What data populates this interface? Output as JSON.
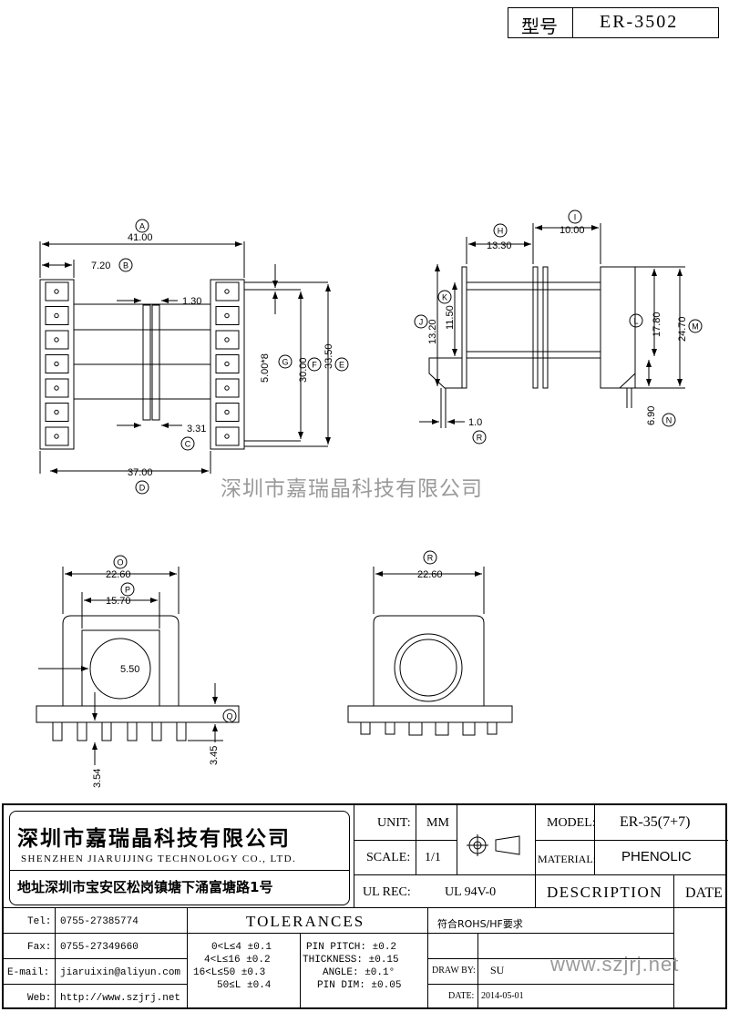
{
  "title_block": {
    "model_label": "型号",
    "model_value": "ER-3502"
  },
  "dimensions": {
    "A": "41.00",
    "B": "7.20",
    "C_val": "3.31",
    "D": "37.00",
    "pin_gap": "1.30",
    "pitch": "5.00*8",
    "F": "30.00",
    "E": "33.50",
    "H": "13.30",
    "I": "10.00",
    "J": "13.20",
    "K": "11.50",
    "L": "17.80",
    "M": "24.70",
    "N": "6.90",
    "R_pin": "1.0",
    "O": "22.60",
    "P": "15.70",
    "bore": "5.50",
    "Q": "3.45",
    "pin_len": "3.54",
    "R_w": "22.60"
  },
  "letters": {
    "A": "A",
    "B": "B",
    "C": "C",
    "D": "D",
    "E": "E",
    "F": "F",
    "G": "G",
    "H": "H",
    "I": "I",
    "J": "J",
    "K": "K",
    "L": "L",
    "M": "M",
    "N": "N",
    "O": "O",
    "P": "P",
    "Q": "Q",
    "R": "R"
  },
  "watermark": "深圳市嘉瑞晶科技有限公司",
  "company": {
    "name_cn": "深圳市嘉瑞晶科技有限公司",
    "name_en": "SHENZHEN JIARUIJING TECHNOLOGY CO., LTD.",
    "address": "地址深圳市宝安区松岗镇塘下涌富塘路1号",
    "tel_label": "Tel:",
    "tel": "0755-27385774",
    "fax_label": "Fax:",
    "fax": "0755-27349660",
    "email_label": "E-mail:",
    "email": "jiaruixin@aliyun.com",
    "web_label": "Web:",
    "web": "http://www.szjrj.net"
  },
  "spec": {
    "unit_label": "UNIT:",
    "unit": "MM",
    "scale_label": "SCALE:",
    "scale": "1/1",
    "ulrec_label": "UL REC:",
    "ulrec": "UL 94V-0",
    "model_label": "MODEL:",
    "model": "ER-35(7+7)",
    "material_label": "MATERIAL:",
    "material": "PHENOLIC",
    "description": "DESCRIPTION",
    "date_header": "DATE",
    "tolerances": "TOLERANCES",
    "rohs": "符合ROHS/HF要求",
    "tol_lines": [
      "0<L≤4 ±0.1",
      "4<L≤16 ±0.2",
      "16<L≤50 ±0.3",
      "50≤L ±0.4"
    ],
    "tol2_lines": [
      "PIN PITCH: ±0.2",
      "THICKNESS: ±0.15",
      "ANGLE: ±0.1°",
      "PIN DIM: ±0.05"
    ],
    "draw_by_label": "DRAW BY:",
    "draw_by": "SU",
    "date_label": "DATE:",
    "date": "2014-05-01",
    "website": "www.szjrj.net"
  }
}
